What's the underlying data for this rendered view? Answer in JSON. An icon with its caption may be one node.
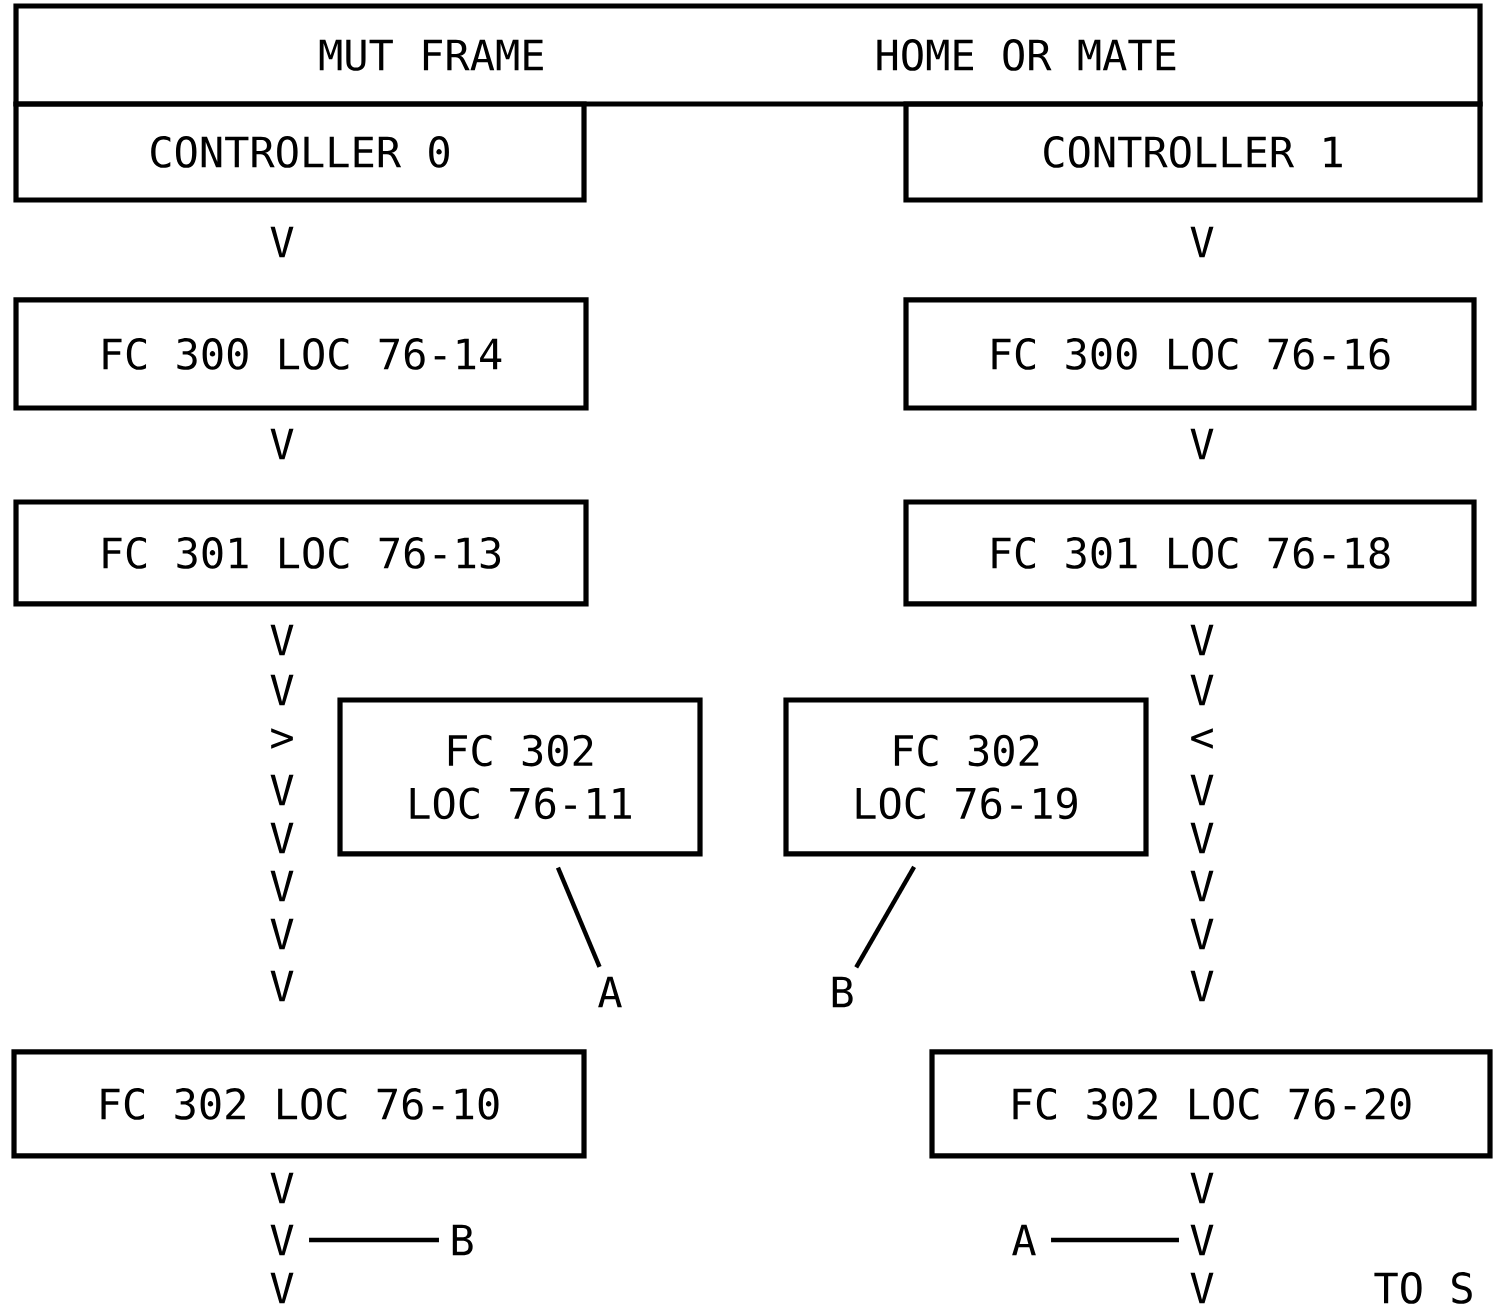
{
  "diagram": {
    "nodes": [
      {
        "text": [
          "MUT FRAME",
          "HOME OR MATE"
        ]
      },
      {
        "text": [
          "CONTROLLER 0"
        ]
      },
      {
        "text": [
          "CONTROLLER 1"
        ]
      },
      {
        "text": [
          "FC 300 LOC 76-14"
        ]
      },
      {
        "text": [
          "FC 300 LOC 76-16"
        ]
      },
      {
        "text": [
          "FC 301 LOC 76-13"
        ]
      },
      {
        "text": [
          "FC 301 LOC 76-18"
        ]
      },
      {
        "text": [
          "FC 302 LOC 76-11"
        ]
      },
      {
        "text": [
          "FC 302 LOC 76-19"
        ]
      },
      {
        "text": [
          "A"
        ]
      },
      {
        "text": [
          "B"
        ]
      },
      {
        "text": [
          "FC 302 LOC 76-10"
        ]
      },
      {
        "text": [
          "FC 302 LOC 76-20"
        ]
      },
      {
        "text": [
          "V"
        ]
      },
      {
        "text": [
          "B"
        ]
      },
      {
        "text": [
          "A"
        ]
      },
      {
        "text": [
          "V"
        ]
      }
    ],
    "edges": [
      {
        "from": 7,
        "to": 9,
        "arrow": "none"
      },
      {
        "from": 8,
        "to": 10,
        "arrow": "none"
      },
      {
        "from": 13,
        "to": 14,
        "arrow": "none"
      },
      {
        "from": 15,
        "to": 16,
        "arrow": "none"
      }
    ],
    "labels": [
      "V",
      "V",
      "V",
      "V",
      "V",
      "V",
      "V",
      "V",
      ">",
      "<",
      "V",
      "V",
      "V",
      "V",
      "V",
      "V",
      "V",
      "V",
      "V",
      "V",
      "V",
      "V",
      "V",
      "V",
      "TO S"
    ]
  }
}
